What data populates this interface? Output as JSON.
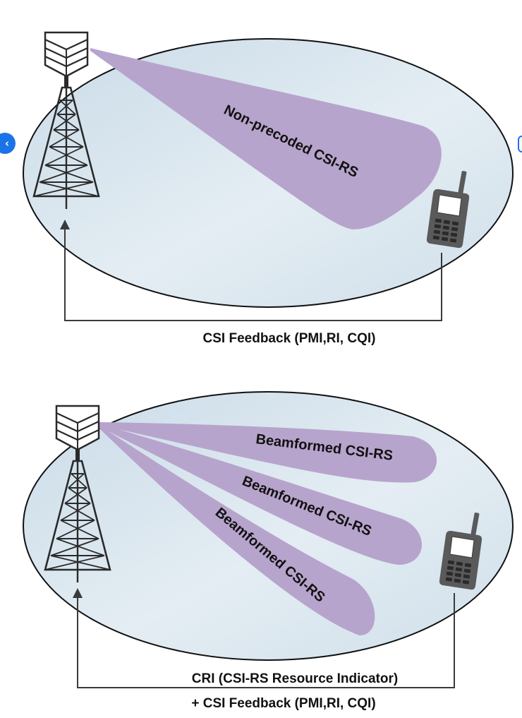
{
  "nav": {
    "prev_icon": "chevron-left-icon",
    "prev_glyph": "‹"
  },
  "colors": {
    "cell_fill_light": "#e6eef4",
    "cell_fill_dark": "#bfd6e6",
    "beam": "#b7a4cc",
    "tower": "#2a2a2a",
    "phone": "#5a5a5a",
    "feedback_line": "#3a3a3a"
  },
  "top_panel": {
    "beam_label": "Non-precoded CSI-RS",
    "feedback_label": "CSI Feedback (PMI,RI, CQI)",
    "icons": [
      "antenna-tower-icon",
      "mobile-phone-icon"
    ]
  },
  "bottom_panel": {
    "beam_labels": [
      "Beamformed CSI-RS",
      "Beamformed CSI-RS",
      "Beamformed CSI-RS"
    ],
    "feedback_label_line1": "CRI (CSI-RS Resource Indicator)",
    "feedback_label_line2": "+ CSI Feedback (PMI,RI, CQI)",
    "icons": [
      "antenna-tower-icon",
      "mobile-phone-icon"
    ]
  }
}
